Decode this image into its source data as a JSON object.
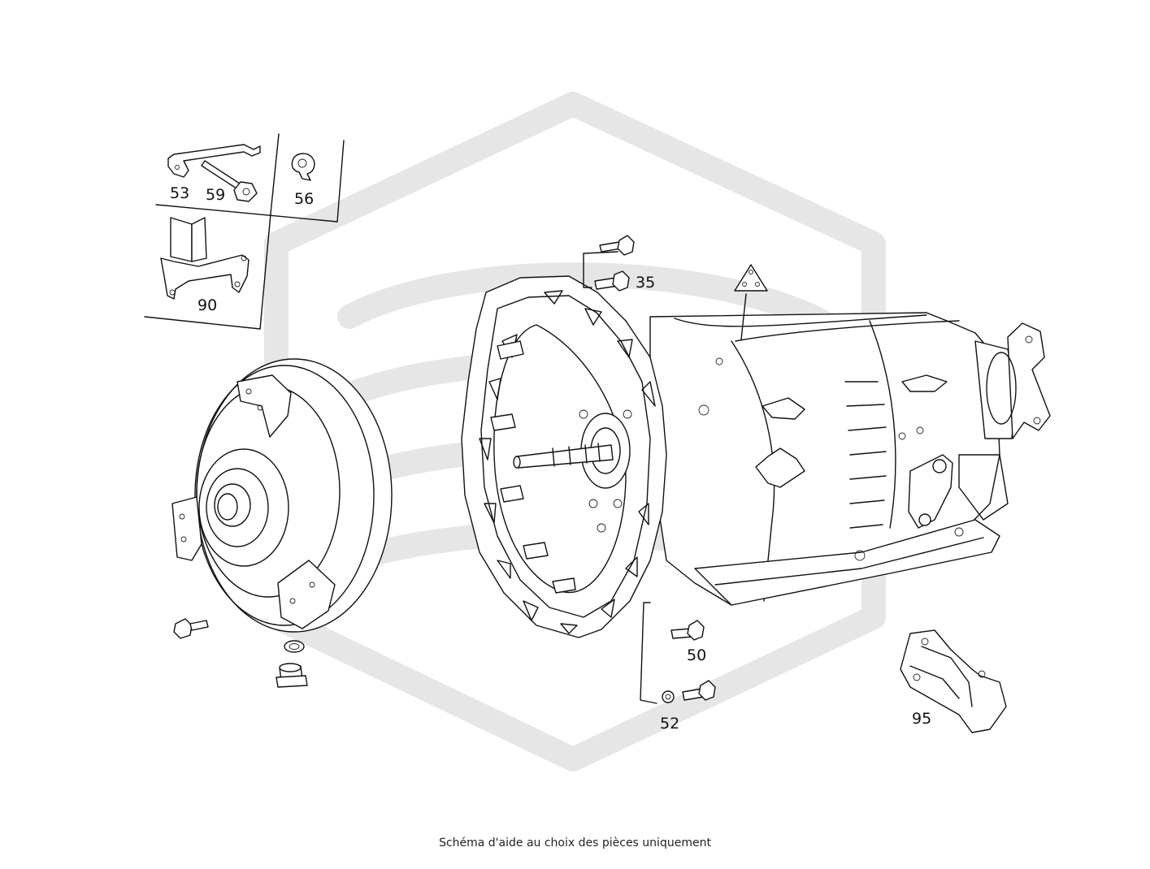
{
  "diagram": {
    "callouts": {
      "c53": "53",
      "c59": "59",
      "c56": "56",
      "c90": "90",
      "c35": "35",
      "c50": "50",
      "c52": "52",
      "c95": "95"
    }
  },
  "caption": "Schéma d'aide au choix des pièces uniquement",
  "colors": {
    "line": "#111111",
    "watermark": "#e6e6e6",
    "background": "#ffffff"
  }
}
